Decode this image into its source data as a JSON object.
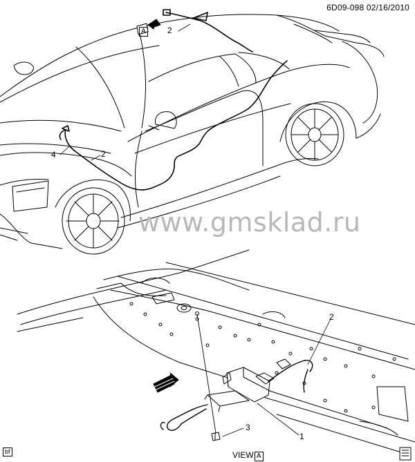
{
  "header": {
    "doc_id": "6D09-098 02/16/2010"
  },
  "watermark": {
    "text": "www.gmsklad.ru"
  },
  "callouts": [
    {
      "id": "c2-top",
      "label": "2"
    },
    {
      "id": "c4",
      "label": "4"
    },
    {
      "id": "c2-mid",
      "label": "2"
    },
    {
      "id": "c2-bottom",
      "label": "2"
    },
    {
      "id": "c3",
      "label": "3"
    },
    {
      "id": "c1",
      "label": "1"
    }
  ],
  "view_markers": {
    "top_arrow_letter": "A",
    "bottom_label": "VIEW",
    "bottom_letter": "A"
  },
  "footer": {
    "corner_tag": "bf"
  },
  "colors": {
    "line": "#000000",
    "watermark": "#b8b8b8"
  },
  "icons": {
    "view-arrow": "filled-arrow",
    "corner-logo": "document-icon"
  }
}
